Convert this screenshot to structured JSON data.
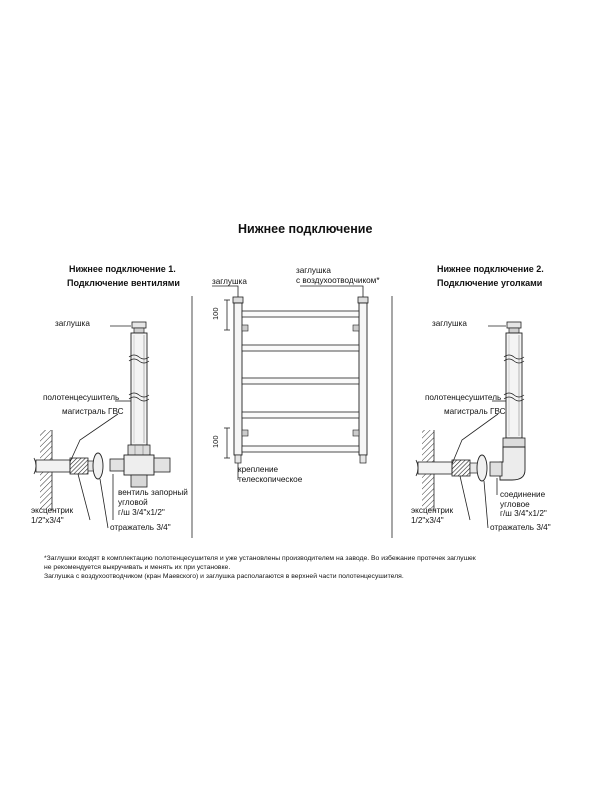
{
  "title": "Нижнее подключение",
  "left": {
    "heading1": "Нижнее подключение 1.",
    "heading2": "Подключение вентилями",
    "plug": "заглушка",
    "towel_dryer": "полотенцесушитель",
    "main": "магистраль ГВС",
    "valve1": "вентиль запорный",
    "valve2": "угловой",
    "valve3": "г/ш 3/4\"х1/2\"",
    "ecc1": "эксцентрик",
    "ecc2": "1/2\"х3/4\"",
    "reflector": "отражатель 3/4\""
  },
  "center": {
    "plug": "заглушка",
    "plug_air1": "заглушка",
    "plug_air2": "с воздухоотводчиком*",
    "dim_top": "100",
    "dim_bottom": "100",
    "mount1": "крепление",
    "mount2": "телескопическое"
  },
  "right": {
    "heading1": "Нижнее подключение 2.",
    "heading2": "Подключение уголками",
    "plug": "заглушка",
    "towel_dryer": "полотенцесушитель",
    "main": "магистраль ГВС",
    "conn1": "соединение",
    "conn2": "угловое",
    "conn3": "г/ш 3/4\"х1/2\"",
    "ecc1": "эксцентрик",
    "ecc2": "1/2\"х3/4\"",
    "reflector": "отражатель 3/4\""
  },
  "notes": [
    "*Заглушки входят в комплектацию полотенцесушителя и уже установлены производителем на заводе. Во избежание протечек заглушек",
    "не рекомендуется выкручивать и менять их при установке.",
    "Заглушка с воздухоотводчиком (кран Маевского) и заглушка располагаются в верхней части полотенцесушителя."
  ]
}
